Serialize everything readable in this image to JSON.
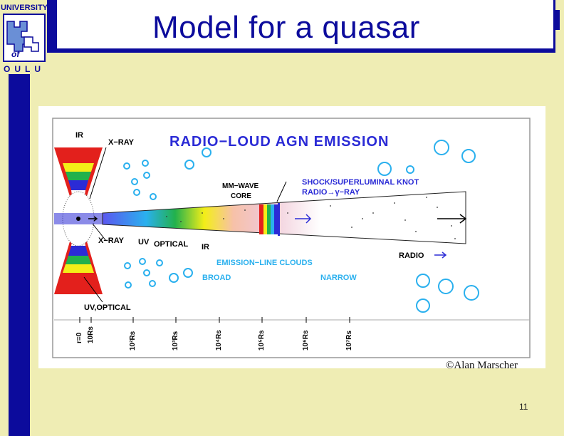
{
  "slide": {
    "title": "Model for a quasar",
    "credit": "©Alan Marscher",
    "page_number": "11"
  },
  "logo": {
    "word_top": "UNIVERSITY",
    "word_of": "of",
    "word_bottom": "OULU"
  },
  "diagram": {
    "heading": "RADIO−LOUD AGN EMISSION",
    "label_ir": "IR",
    "label_xray_top": "X−RAY",
    "label_mm_wave": "MM−WAVE",
    "label_core": "CORE",
    "label_shock": "SHOCK/SUPERLUMINAL KNOT",
    "label_radio_gamma": "RADIO→γ−RAY",
    "label_xray_bottom": "X−RAY",
    "label_uv": "UV",
    "label_optical": "OPTICAL",
    "label_ir_jet": "IR",
    "label_radio": "RADIO",
    "label_emission_line": "EMISSION−LINE CLOUDS",
    "label_broad": "BROAD",
    "label_narrow": "NARROW",
    "label_uv_optical": "UV,OPTICAL",
    "scale_ticks": [
      "r=0",
      "10Rs",
      "10²Rs",
      "10³Rs",
      "10⁴Rs",
      "10⁵Rs",
      "10⁶Rs",
      "10⁷Rs"
    ],
    "colors": {
      "accent_blue": "#0c0b9c",
      "diagram_blue": "#2b2bd6",
      "cloud_cyan": "#2ab0ee",
      "red": "#e3201c",
      "yellow": "#f3ee18",
      "green": "#22b14c"
    }
  }
}
